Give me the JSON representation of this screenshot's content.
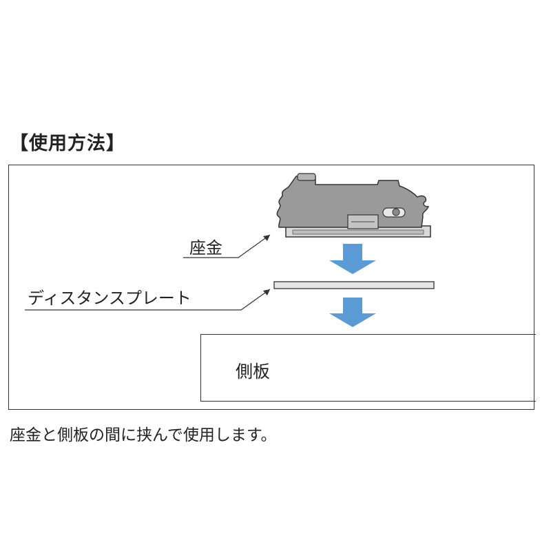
{
  "heading": "【使用方法】",
  "labels": {
    "washer": "座金",
    "distance_plate": "ディスタンスプレート",
    "side_panel": "側板"
  },
  "caption": "座金と側板の間に挟んで使用します。",
  "colors": {
    "arrow": "#5b9bd5",
    "washer_body": "#9a9a9a",
    "plate_fill": "#e6e6e6",
    "outline": "#333333"
  }
}
